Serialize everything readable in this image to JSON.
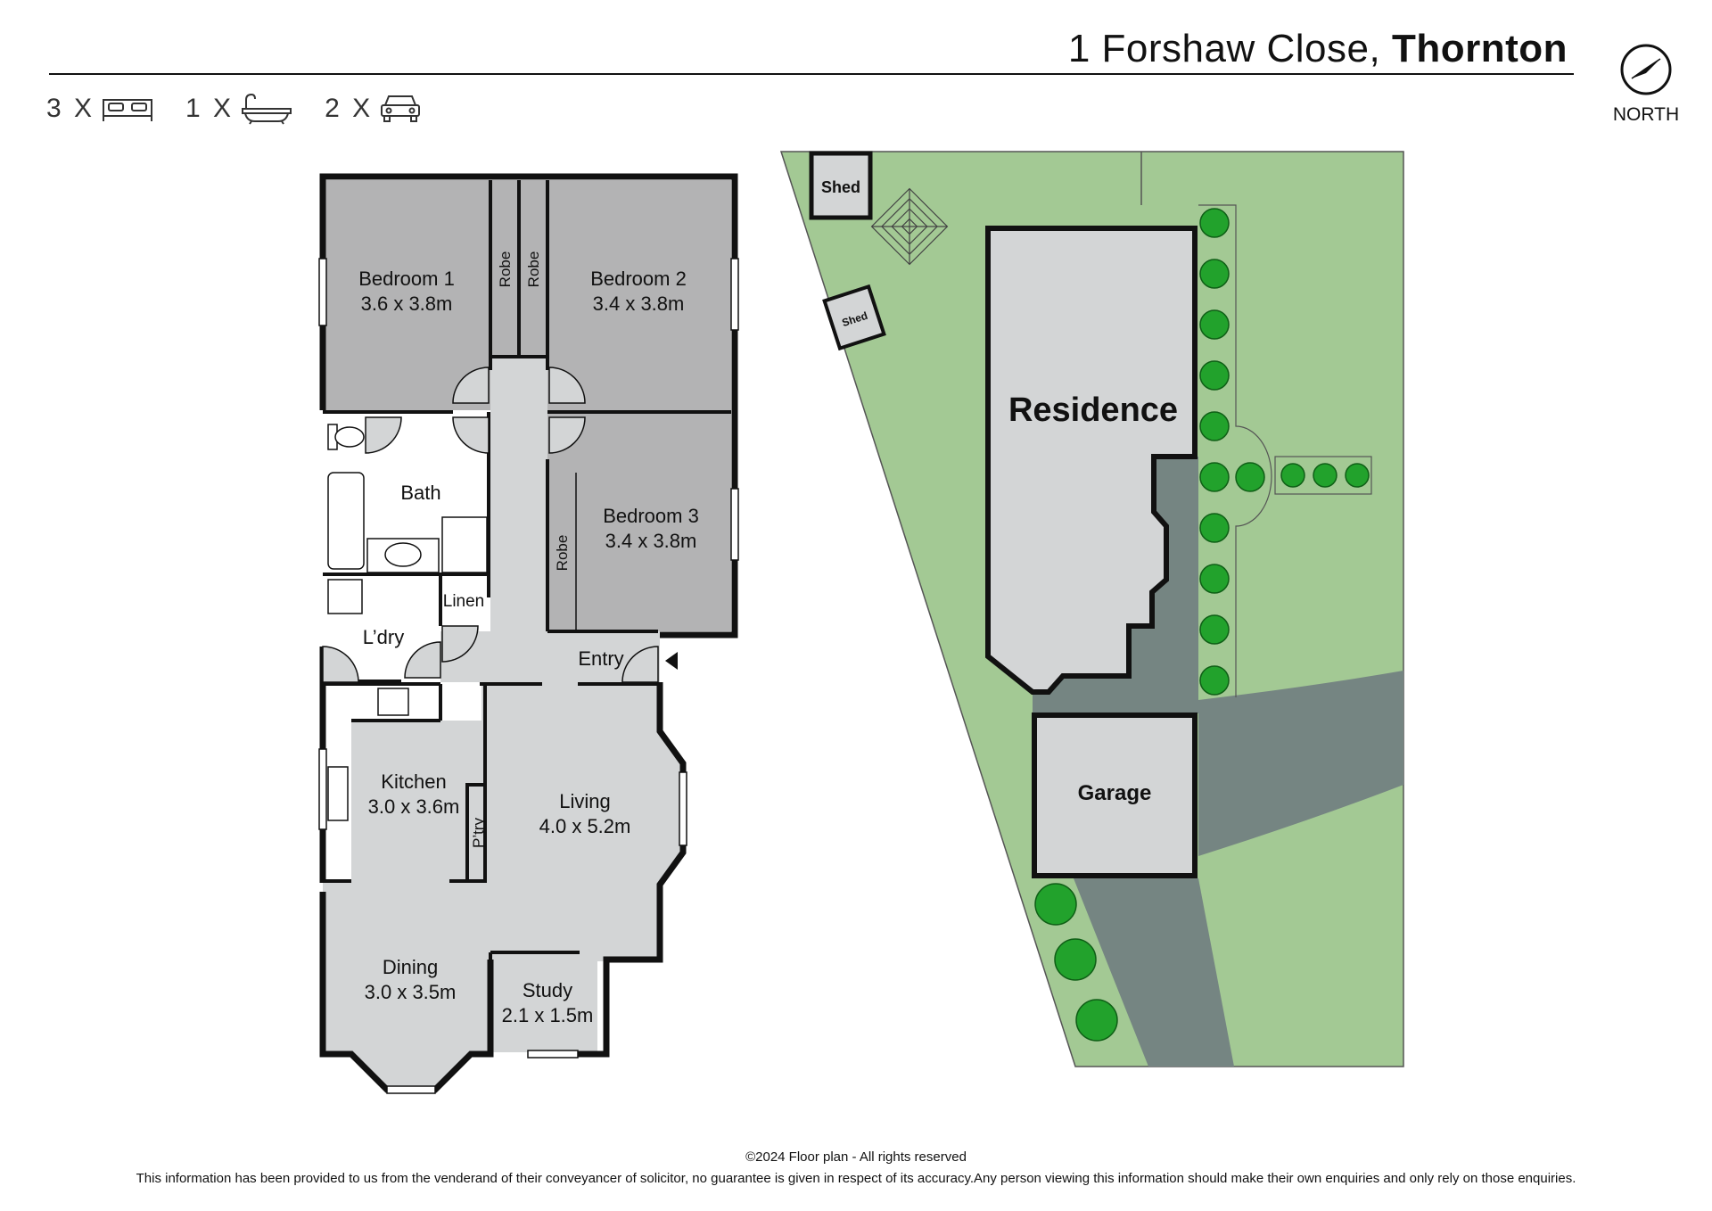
{
  "header": {
    "address": "1 Forshaw Close,",
    "suburb": "Thornton"
  },
  "features": {
    "bedrooms": "3 X",
    "bathrooms": "1 X",
    "car_spaces": "2 X"
  },
  "compass": {
    "label": "NORTH"
  },
  "floor_plan": {
    "rooms": [
      {
        "name": "Bedroom 1",
        "size": "3.6 x 3.8m"
      },
      {
        "name": "Bedroom 2",
        "size": "3.4 x 3.8m"
      },
      {
        "name": "Bedroom 3",
        "size": "3.4 x 3.8m"
      },
      {
        "name": "Bath"
      },
      {
        "name": "L’dry"
      },
      {
        "name": "Linen"
      },
      {
        "name": "Entry"
      },
      {
        "name": "Kitchen",
        "size": "3.0 x 3.6m"
      },
      {
        "name": "Living",
        "size": "4.0 x 5.2m"
      },
      {
        "name": "Dining",
        "size": "3.0 x 3.5m"
      },
      {
        "name": "Study",
        "size": "2.1 x 1.5m"
      },
      {
        "name": "P’try"
      },
      {
        "name": "Robe"
      }
    ]
  },
  "site_plan": {
    "residence": "Residence",
    "garage": "Garage",
    "shed": "Shed",
    "colors": {
      "lawn": "#a3c994",
      "paving": "#758582",
      "building": "#d3d5d6",
      "tree": "#22a22c"
    }
  },
  "footer": {
    "copyright": "©2024 Floor plan  - All rights reserved",
    "disclaimer": "This information has been provided to us from the venderand of their conveyancer of solicitor, no guarantee is given in respect of its accuracy.Any person viewing this information should make their own enquiries and only rely on those enquiries."
  }
}
